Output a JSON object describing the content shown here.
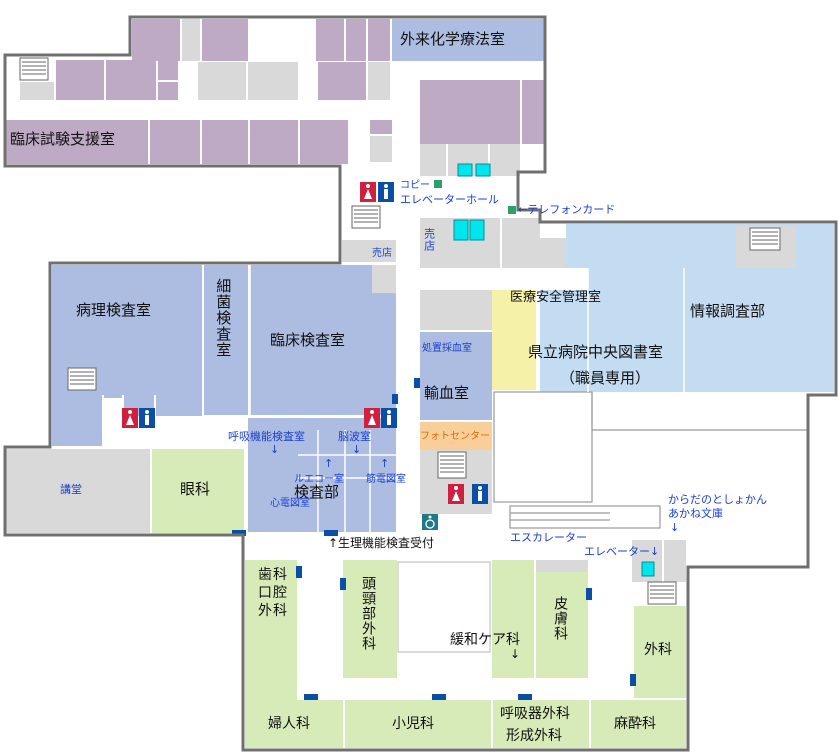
{
  "colors": {
    "purple": "#bfaac6",
    "blue": "#adbde2",
    "lightblue": "#c4dcf1",
    "green": "#d6ebb8",
    "gray": "#d9d9d9",
    "yellow": "#f6f1a8",
    "orange": "#f8cf9a",
    "wall": "#707070",
    "mark_blue": "#0a4fa3",
    "mark_green": "#2aa06a",
    "restroom_red": "#d02040",
    "restroom_blue": "#0a4fa3",
    "elevator_cyan": "#00e6ec",
    "label_blue": "#1a3fd0",
    "label_orange": "#e06a00"
  },
  "icons": [
    "restroom-icon",
    "wheelchair-icon",
    "elevator-icon",
    "stairs-icon",
    "escalator-icon"
  ],
  "rooms": {
    "outpatient_chemo": "外来化学療法室",
    "clinical_trial": "臨床試験支援室",
    "pathology": "病理検査室",
    "bacteriology": "細菌検査室",
    "clinical_lab": "臨床検査室",
    "lecture_hall": "講堂",
    "ophthalmology": "眼科",
    "exam_dept": "検査部",
    "transfusion": "輸血室",
    "blood_collection": "処置採血室",
    "photo_center": "フォトセンター",
    "safety_mgmt": "医療安全管理室",
    "info_research": "情報調査部",
    "library_line1": "県立病院中央図書室",
    "library_line2": "（職員専用）",
    "dental": "歯科口腔外科",
    "head_neck": "頭頸部外科",
    "palliative": "緩和ケア科",
    "dermatology": "皮膚科",
    "surgery": "外科",
    "gynecology": "婦人科",
    "pediatrics": "小児科",
    "respiratory_line1": "呼吸器外科",
    "respiratory_line2": "形成外科",
    "anesthesiology": "麻酔科"
  },
  "labels": {
    "copy": "コピー",
    "elevator_hall": "エレベーターホール",
    "telephone_card": "←テレフォンカード",
    "shop_vertical": "売店",
    "shop": "売店",
    "respiratory_function": "呼吸機能検査室",
    "respiratory_arrow": "↓",
    "eeg": "脳波室",
    "eeg_arrow": "↓",
    "echo": "ルエコー室",
    "emg": "筋電図室",
    "ecg": "心電図室",
    "physio_reception": "↑生理機能検査受付",
    "escalator": "エスカレーター",
    "elevator": "エレベーター↓",
    "library_ref_line1": "からだのとしょかん",
    "library_ref_line2": "あかね文庫",
    "library_ref_arrow": "↓",
    "palliative_arrow": "↓"
  }
}
